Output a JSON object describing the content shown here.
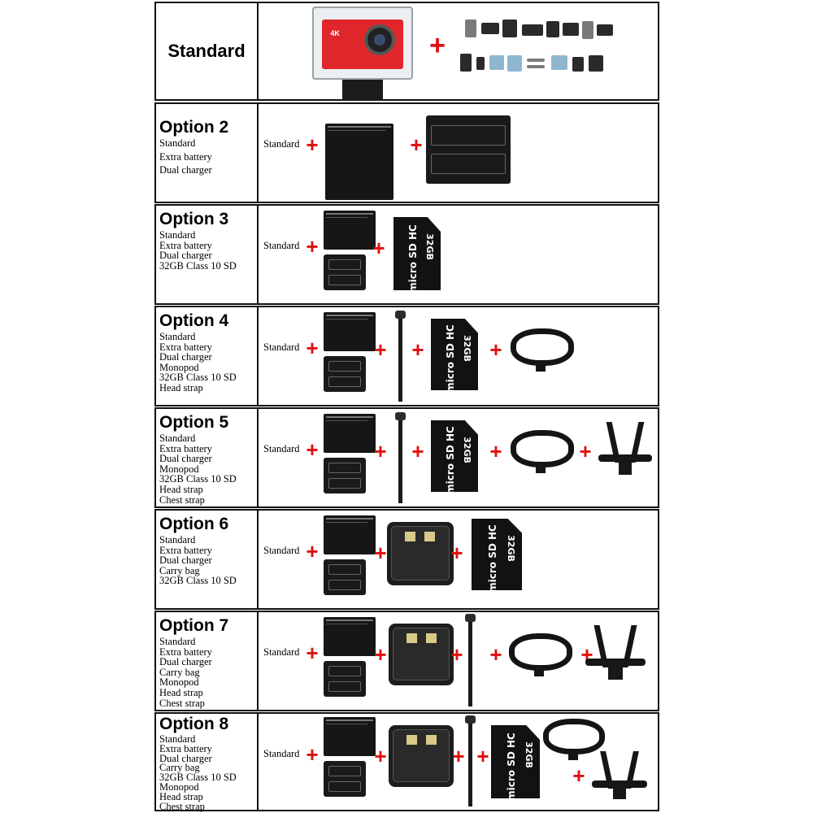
{
  "standard_row": {
    "title": "Standard",
    "camera_icon": "action-camera-icon",
    "accessories_icon": "mount-accessories-icon",
    "camera_badge": "4K"
  },
  "plus_sign": "+",
  "standard_label": "Standard",
  "options": [
    {
      "title": "Option 2",
      "items": [
        "Standard",
        "Extra battery",
        "Dual charger"
      ]
    },
    {
      "title": "Option 3",
      "items": [
        "Standard",
        "Extra battery",
        "Dual charger",
        "32GB Class 10 SD"
      ]
    },
    {
      "title": "Option 4",
      "items": [
        "Standard",
        "Extra battery",
        "Dual charger",
        "Monopod",
        "32GB Class 10 SD",
        "Head strap"
      ]
    },
    {
      "title": "Option 5",
      "items": [
        "Standard",
        "Extra battery",
        "Dual charger",
        "Monopod",
        "32GB Class 10 SD",
        "Head strap",
        "Chest strap"
      ]
    },
    {
      "title": "Option 6",
      "items": [
        "Standard",
        "Extra battery",
        "Dual charger",
        "Carry bag",
        "32GB Class 10 SD"
      ]
    },
    {
      "title": "Option 7",
      "items": [
        "Standard",
        "Extra battery",
        "Dual charger",
        "Carry bag",
        "Monopod",
        "Head strap",
        "Chest strap"
      ]
    },
    {
      "title": "Option 8",
      "items": [
        "Standard",
        "Extra battery",
        "Dual charger",
        "Carry bag",
        "32GB Class 10 SD",
        "Monopod",
        "Head strap",
        "Chest strap"
      ]
    }
  ],
  "sd_card": {
    "brand": "micro SD HC",
    "capacity": "32GB"
  },
  "colors": {
    "border": "#111111",
    "plus": "#e01010",
    "camera": "#e0262a"
  }
}
